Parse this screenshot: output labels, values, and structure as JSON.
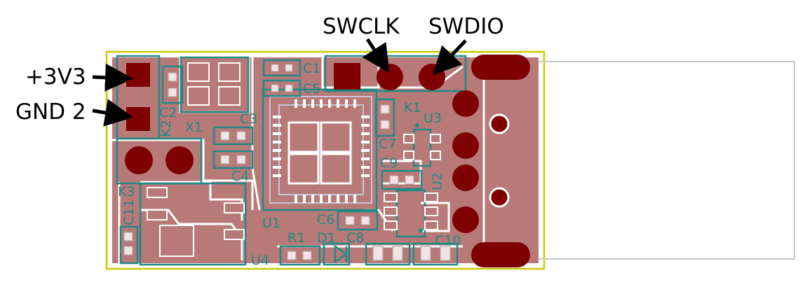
{
  "callouts": {
    "swclk": "SWCLK",
    "swdio": "SWDIO",
    "v3v3": "+3V3",
    "gnd2": "GND 2"
  },
  "silkscreen": {
    "c1": "C1",
    "c5": "C5",
    "c2": "C2",
    "k2": "K2",
    "x1": "X1",
    "c3": "C3",
    "c4": "C4",
    "k1": "K1",
    "u3": "U3",
    "c7": "C7",
    "c9": "C9",
    "u2": "U2",
    "k3": "K3",
    "c11": "C11",
    "u1": "U1",
    "c6": "C6",
    "r1": "R1",
    "d1": "D1",
    "c8": "C8",
    "c10": "C10",
    "u4": "U4"
  },
  "colors": {
    "copper": "#b77a78",
    "pad": "#7e0000",
    "silk": "#1f8a86",
    "outline": "#c8c800",
    "usb_outline": "#c8c8c8",
    "courtyard": "#c6c6d6"
  }
}
